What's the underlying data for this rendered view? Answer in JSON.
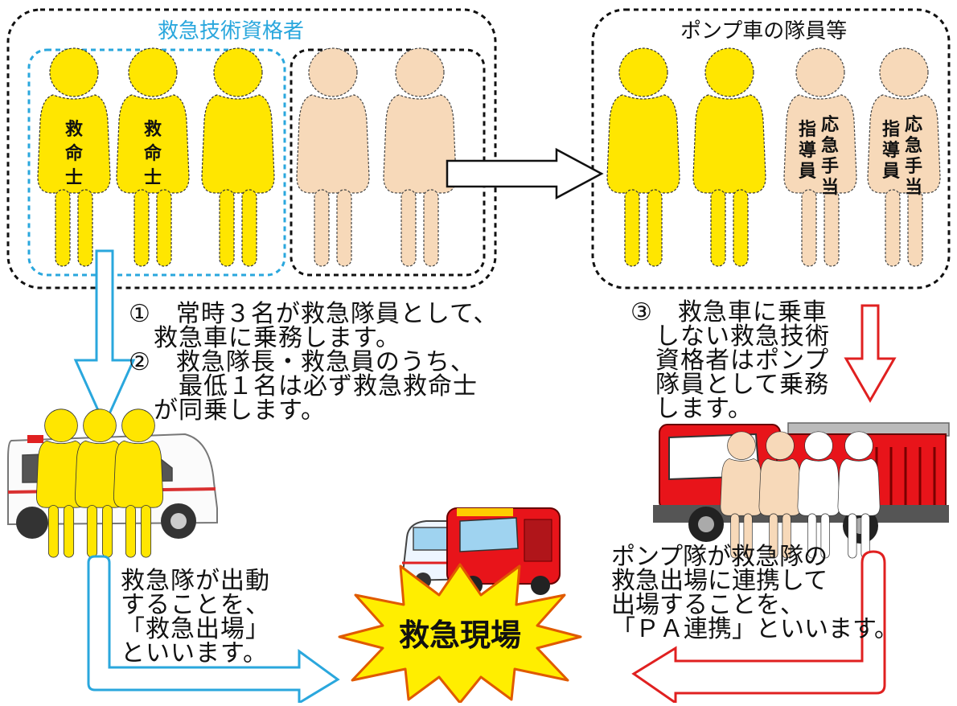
{
  "groups": {
    "emt": {
      "title": "救急技術資格者"
    },
    "pump": {
      "title": "ポンプ車の隊員等"
    }
  },
  "figure_labels": {
    "paramedic": [
      "救",
      "命",
      "士"
    ],
    "first_aid_instructor_left": [
      "指",
      "導",
      "員"
    ],
    "first_aid_instructor_right": [
      "応",
      "急",
      "手",
      "当"
    ]
  },
  "notes": {
    "note_1_2": "①　常時３名が救急隊員として、\n　救急車に乗務します。\n②　救急隊長・救急員のうち、\n　　最低１名は必ず救急救命士\n　が同乗します。",
    "note_3": "③　救急車に乗車\n　しない救急技術\n　資格者はポンプ\n　隊員として乗務\n　します。",
    "ambulance_dispatch": "救急隊が出動\nすることを、\n「救急出場」\nといいます。",
    "pa_link": "ポンプ隊が救急隊の\n救急出場に連携して\n出場することを、\n「ＰＡ連携」といいます。"
  },
  "scene": {
    "label": "救急現場"
  },
  "colors": {
    "emt_yellow": "#ffe600",
    "other_beige": "#f7d9b9",
    "blue_arrow": "#2aa7dd",
    "red_arrow": "#e02020",
    "fire_truck_red": "#e8141a",
    "burst_yellow": "#ffee00"
  },
  "icons": [
    "person-icon",
    "ambulance-icon",
    "fire-truck-icon",
    "burst-icon",
    "arrow-icon"
  ]
}
